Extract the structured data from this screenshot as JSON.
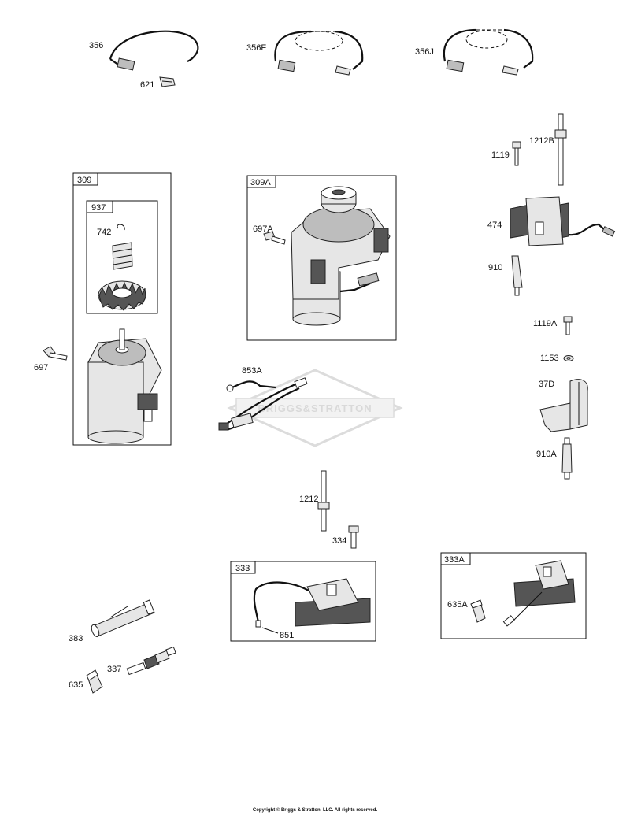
{
  "labels": {
    "p356": "356",
    "p621": "621",
    "p356F": "356F",
    "p356J": "356J",
    "p1119": "1119",
    "p1212B": "1212B",
    "p474": "474",
    "p910": "910",
    "p1119A": "1119A",
    "p1153": "1153",
    "p37D": "37D",
    "p910A": "910A",
    "p309": "309",
    "p937": "937",
    "p742": "742",
    "p697": "697",
    "p309A": "309A",
    "p697A": "697A",
    "p853A": "853A",
    "p1212": "1212",
    "p334": "334",
    "p333": "333",
    "p851": "851",
    "p333A": "333A",
    "p635A": "635A",
    "p383": "383",
    "p337": "337",
    "p635": "635"
  },
  "watermark": "BRIGGS&STRATTON",
  "copyright": "Copyright © Briggs & Stratton, LLC. All rights reserved.",
  "colors": {
    "line": "#111111",
    "part_fill": "#e6e6e6",
    "watermark": "#d9d9d9"
  }
}
